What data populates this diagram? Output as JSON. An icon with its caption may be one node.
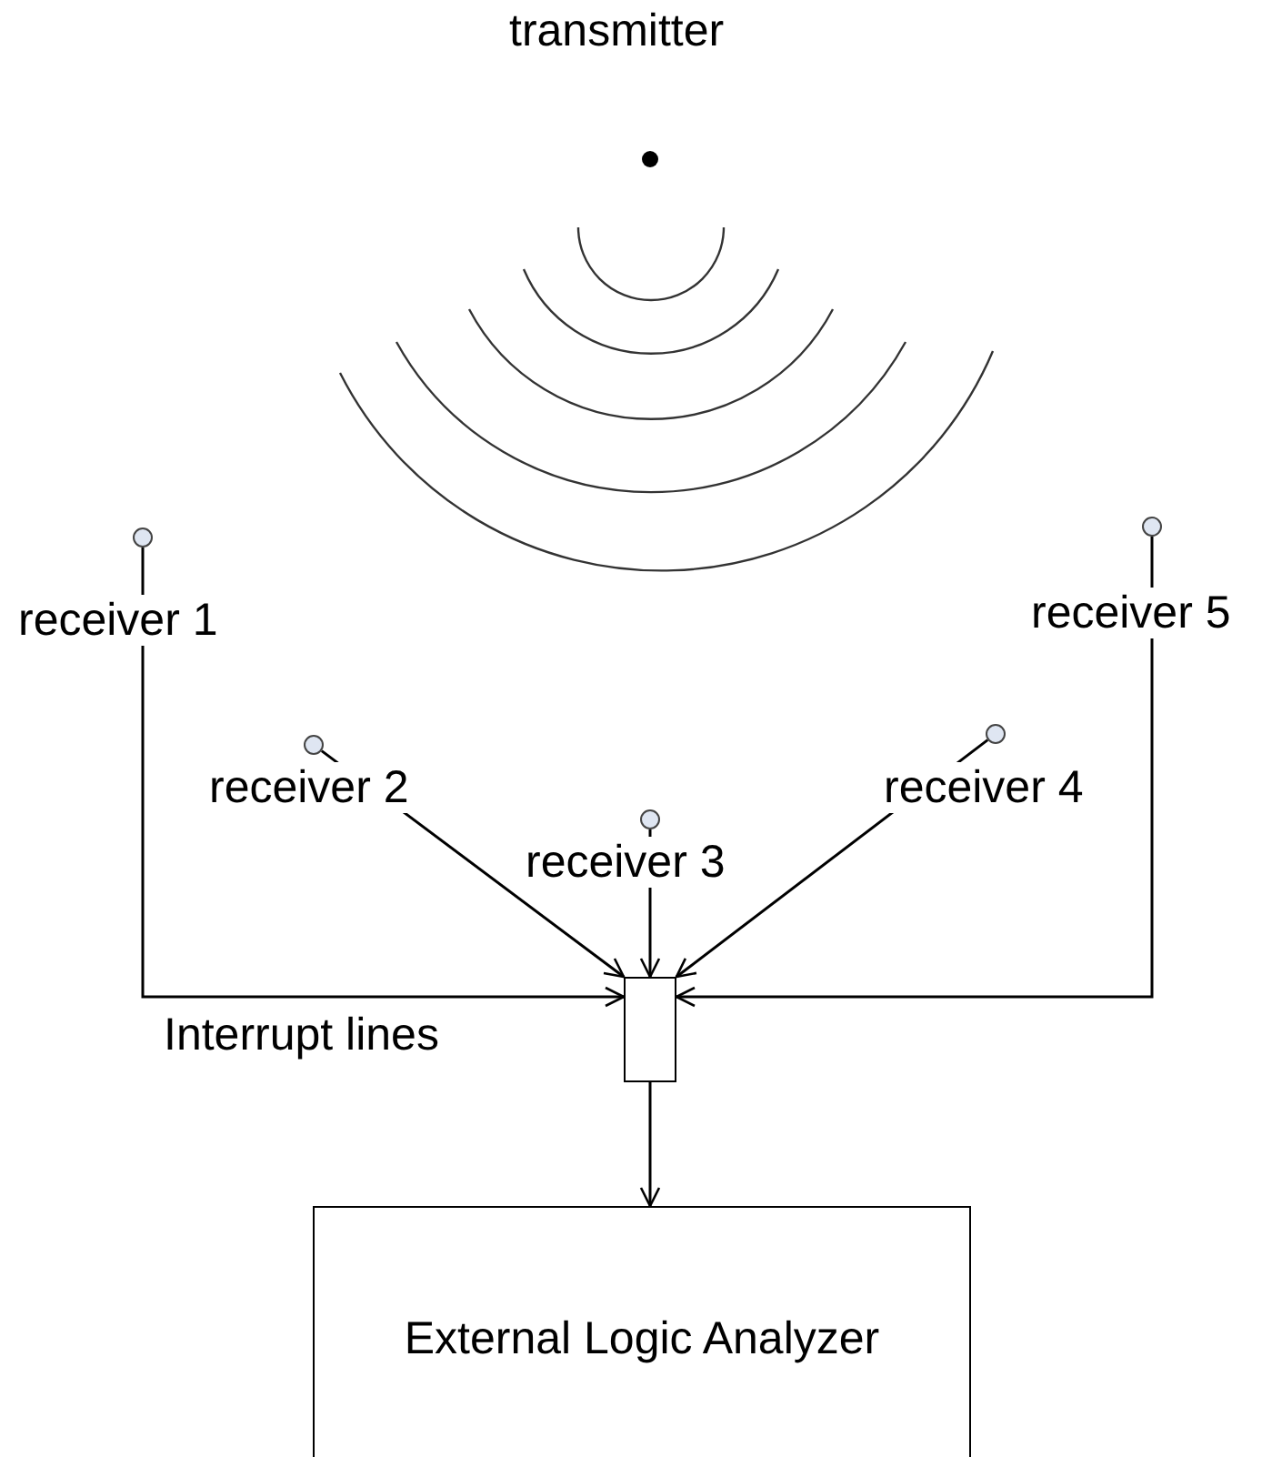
{
  "diagram": {
    "nodes": [
      {
        "text": [
          "transmitter"
        ]
      },
      {
        "text": [
          "receiver 1"
        ]
      },
      {
        "text": [
          "receiver 2"
        ]
      },
      {
        "text": [
          "receiver 3"
        ]
      },
      {
        "text": [
          "receiver 4"
        ]
      },
      {
        "text": [
          "receiver 5"
        ]
      },
      {
        "text": [],
        "shape": "box"
      },
      {
        "text": [
          "External Logic Analyzer"
        ]
      }
    ],
    "edges": [
      {
        "from": 1,
        "to": 6,
        "arrow": "to"
      },
      {
        "from": 2,
        "to": 6,
        "arrow": "to"
      },
      {
        "from": 3,
        "to": 6,
        "arrow": "to"
      },
      {
        "from": 4,
        "to": 6,
        "arrow": "to"
      },
      {
        "from": 5,
        "to": 6,
        "arrow": "to"
      },
      {
        "from": 6,
        "to": 7,
        "arrow": "to"
      }
    ],
    "labels": [
      "Interrupt lines"
    ]
  }
}
